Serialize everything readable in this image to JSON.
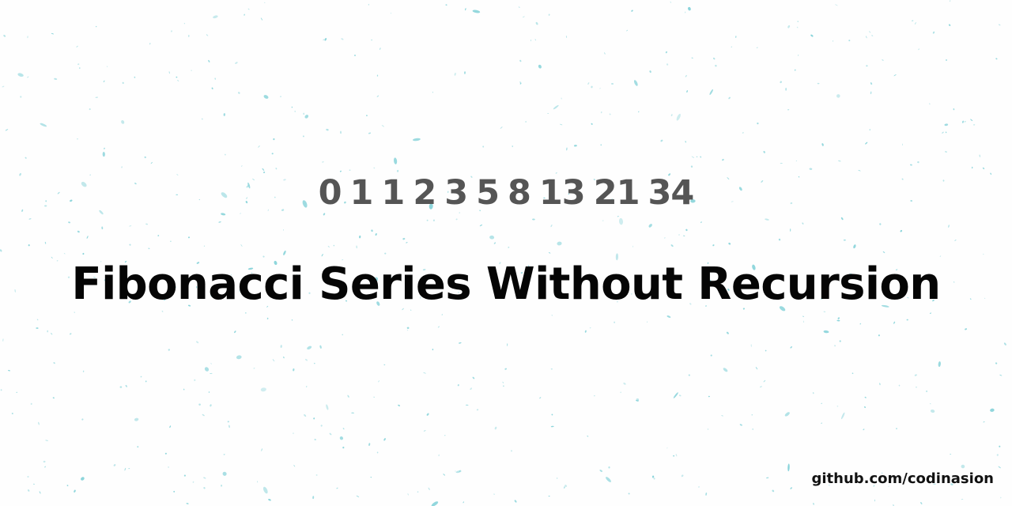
{
  "sequence_text": "0 1 1 2 3 5 8 13 21 34",
  "title": "Fibonacci Series Without Recursion",
  "watermark": "github.com/codinasion",
  "colors": {
    "background": "#fefefe",
    "speckle": "#7ccfd6",
    "sequence": "#555555",
    "title": "#050505"
  }
}
